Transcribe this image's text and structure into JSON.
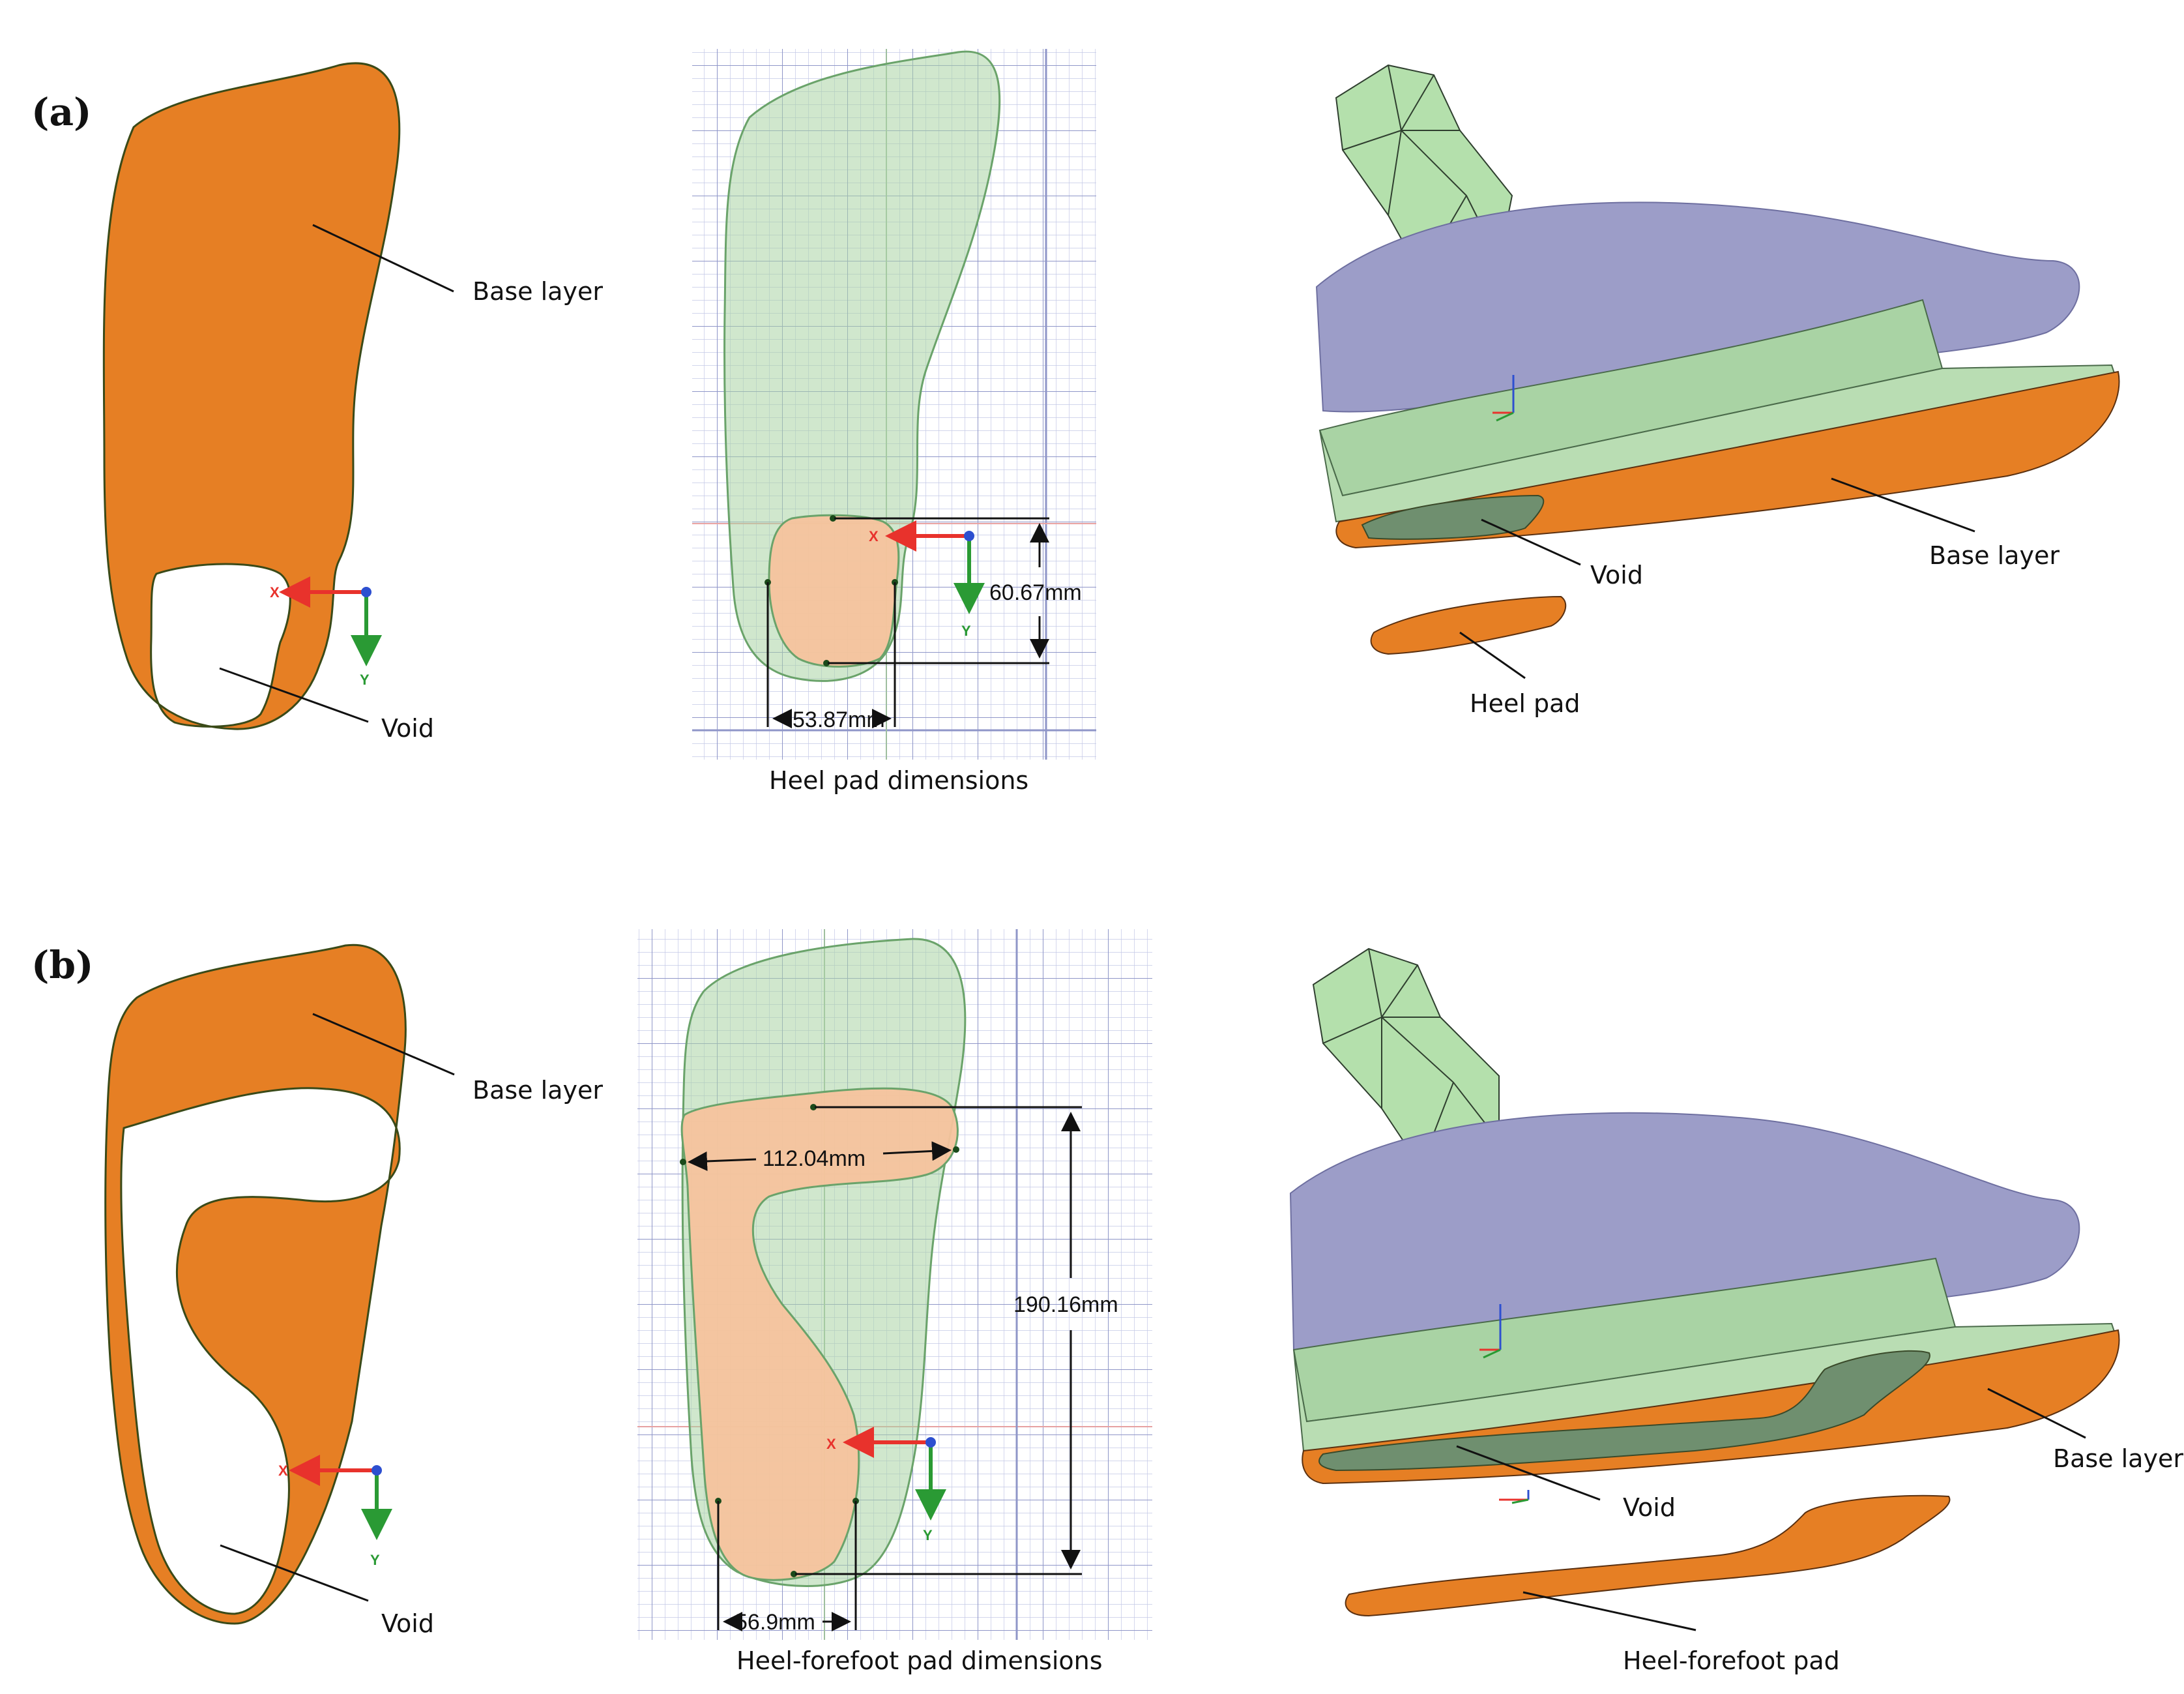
{
  "panels": [
    {
      "tag": "(a)",
      "outline_labels": {
        "base_layer": "Base layer",
        "void": "Void"
      },
      "sketch": {
        "caption": "Heel pad dimensions",
        "width_dimension": "53.87mm",
        "height_dimension": "60.67mm"
      },
      "model_labels": {
        "void": "Void",
        "base_layer": "Base layer",
        "pad": "Heel pad"
      }
    },
    {
      "tag": "(b)",
      "outline_labels": {
        "base_layer": "Base layer",
        "void": "Void"
      },
      "sketch": {
        "caption": "Heel-forefoot pad dimensions",
        "forefoot_width_dimension": "112.04mm",
        "length_dimension": "190.16mm",
        "heel_width_dimension": "56.9mm"
      },
      "model_labels": {
        "void": "Void",
        "base_layer": "Base layer",
        "pad": "Heel-forefoot pad"
      }
    }
  ],
  "axis_triad": {
    "x_label": "X",
    "y_label": "Y"
  },
  "colors": {
    "insole_orange": "#e67f24",
    "pad_peach": "#f6c39d",
    "insole_green": "#a9d3a4",
    "foot_lavender": "#9c9dc8",
    "void_dark_green": "#6f8f6f",
    "x_axis_red": "#e8322c",
    "y_axis_green": "#2a9a34",
    "origin_blue": "#2d4fd0"
  }
}
